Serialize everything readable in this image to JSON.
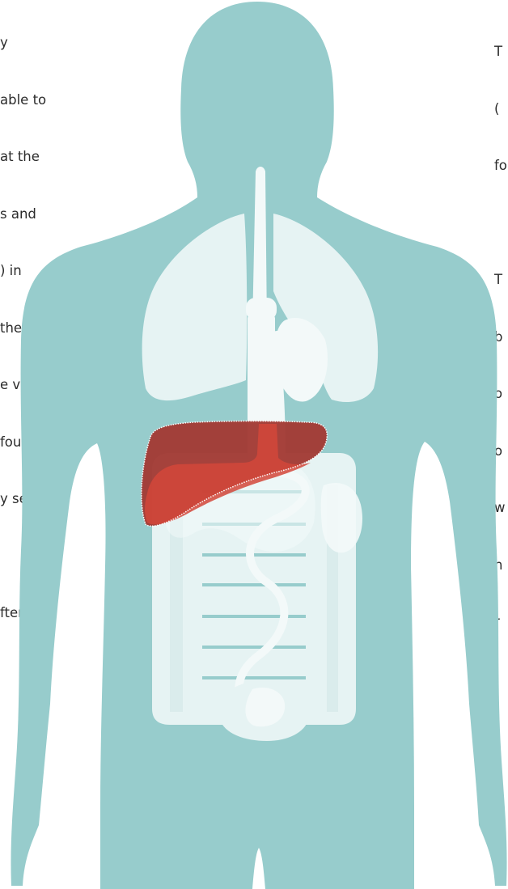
{
  "colors": {
    "body": "#97cccc",
    "organ": "#e6f3f3",
    "organ_bright": "#f3f9f9",
    "liver": "#a23a34",
    "liver_overlap": "#d2463a",
    "outline": "#ffffff"
  },
  "organs": [
    "lungs",
    "heart",
    "esophagus",
    "liver",
    "stomach",
    "intestines",
    "bladder"
  ],
  "highlighted_organ": "liver",
  "left_text": {
    "lines": [
      "y",
      "able to",
      "at the",
      "s and",
      ") in",
      "the",
      "e virus",
      "found",
      "y severe",
      "",
      "ften"
    ]
  },
  "right_text": {
    "lines_a": [
      "T",
      "(",
      "fo"
    ],
    "lines_b": [
      "T",
      "b",
      "o",
      "o",
      "w",
      "n",
      "r"
    ]
  }
}
